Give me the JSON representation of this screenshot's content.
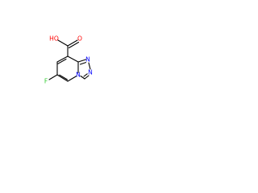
{
  "molecule": {
    "atoms": {
      "oh": "HO",
      "carbonyl_o": "O",
      "fluorine": "F",
      "ring_n_top": "N",
      "ring_n_right": "N",
      "ring_n_bridge": "N"
    }
  },
  "colors": {
    "bond": "#000000",
    "carbon_text": "#000000",
    "oxygen": "#ff0000",
    "nitrogen": "#0000ff",
    "fluorine": "#33cc33"
  }
}
